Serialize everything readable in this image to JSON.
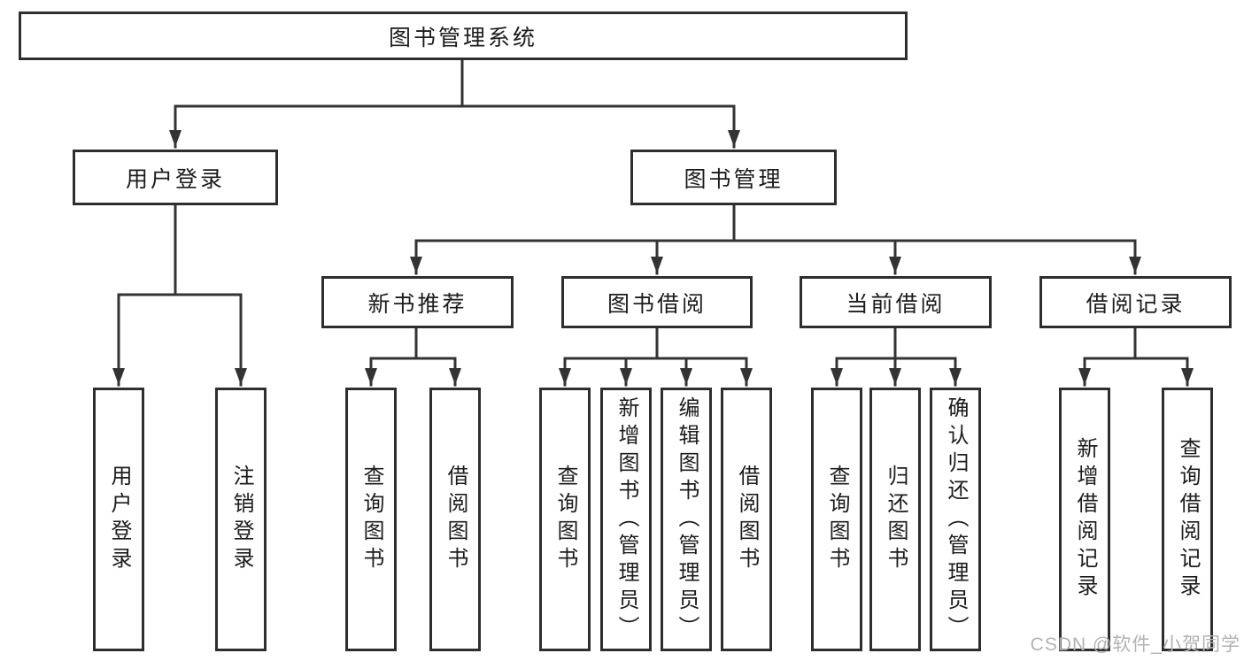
{
  "diagram": {
    "root_label": "图书管理系统",
    "nodes": {
      "user_login": "用户登录",
      "book_manage": "图书管理",
      "new_book": "新书推荐",
      "book_borrow": "图书借阅",
      "current_borrow": "当前借阅",
      "borrow_record": "借阅记录"
    },
    "leaves": {
      "user_login": [
        "用户登录",
        "注销登录"
      ],
      "new_book": [
        "查询图书",
        "借阅图书"
      ],
      "book_borrow": [
        "查询图书",
        "新增图书（管理员）",
        "编辑图书（管理员）",
        "借阅图书"
      ],
      "current_borrow": [
        "查询图书",
        "归还图书",
        "确认归还（管理员）"
      ],
      "borrow_record": [
        "新增借阅记录",
        "查询借阅记录"
      ]
    }
  },
  "watermark": "CSDN @软件_小贺同学",
  "colors": {
    "line": "#333333",
    "border": "#2e2e2e",
    "text": "#1c1c1c",
    "watermark": "#b2b2b2",
    "background": "#ffffff"
  }
}
